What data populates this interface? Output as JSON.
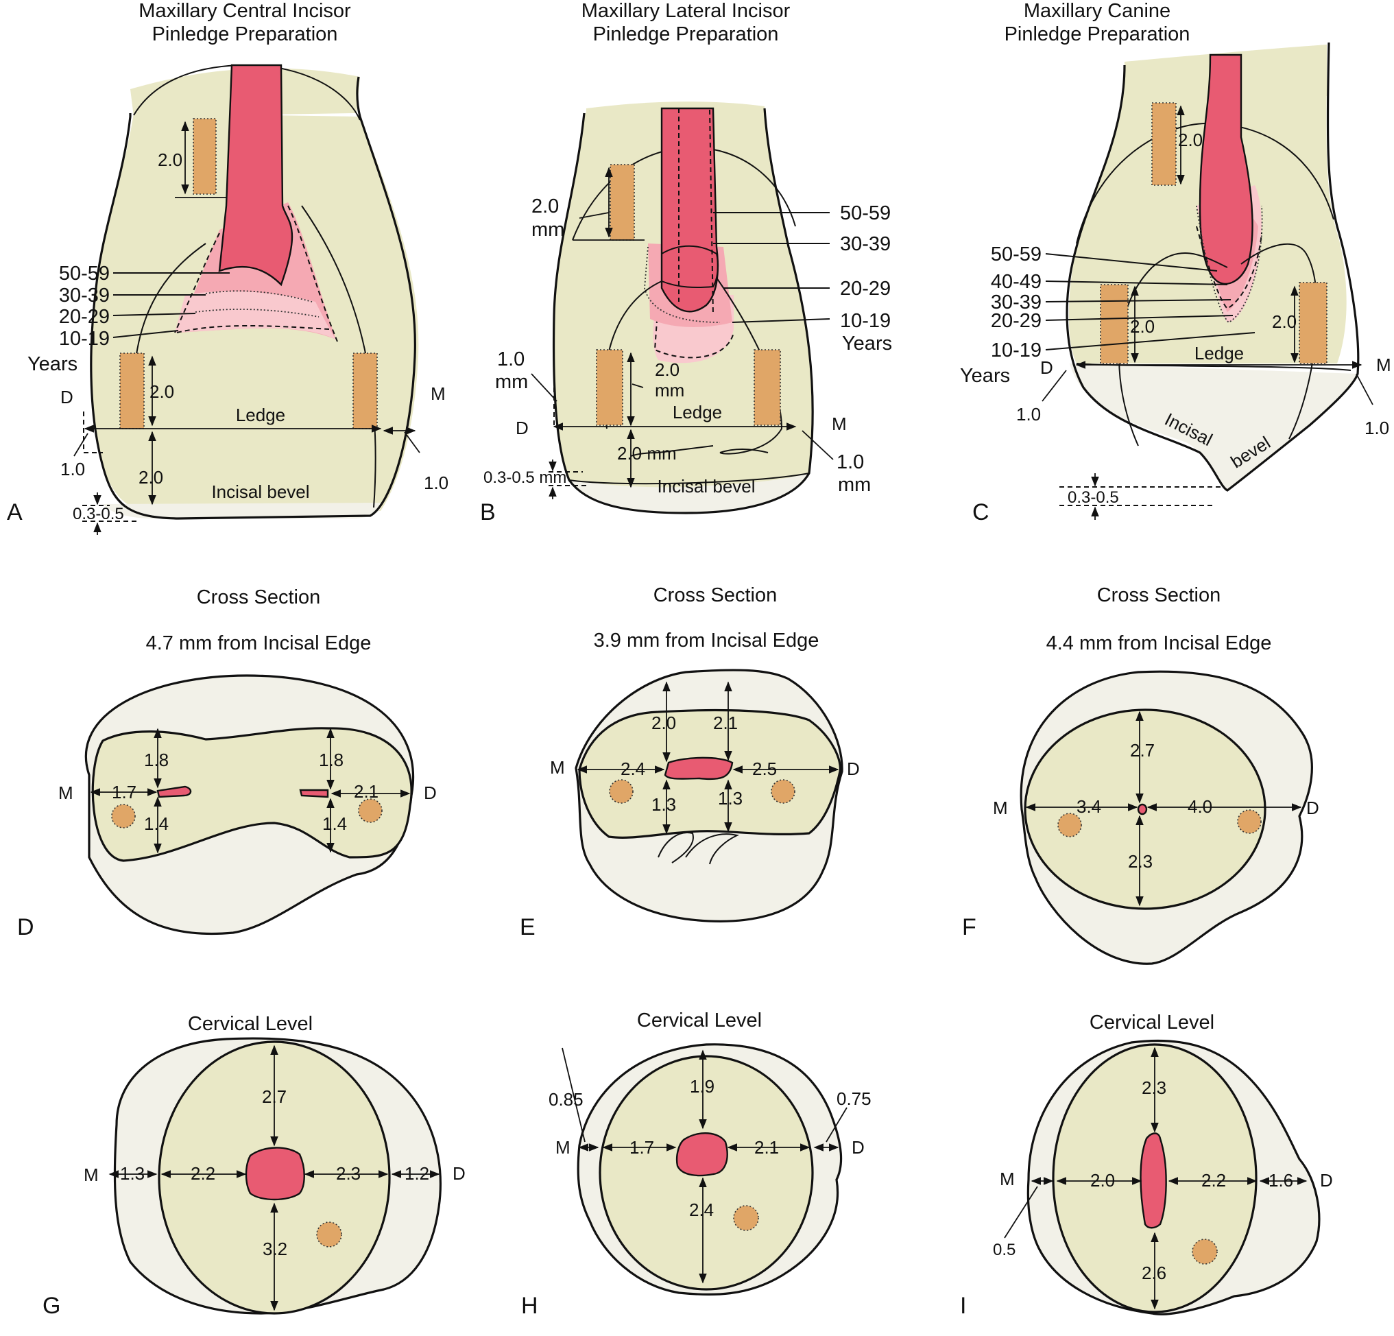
{
  "colors": {
    "dentin": "#e9e8c6",
    "enamel": "#f2f1e8",
    "pulp": "#e85b72",
    "pinhole": "#e0a667",
    "pulp_recession_light": "#f5a9b3",
    "pulp_recession_lighter": "#f9c9ce"
  },
  "panelA": {
    "title_l1": "Maxillary Central Incisor",
    "title_l2": "Pinledge Preparation",
    "letter": "A",
    "age_50": "50-59",
    "age_30": "30-39",
    "age_20": "20-29",
    "age_10": "10-19",
    "years": "Years",
    "pin_depth": "2.0",
    "ledge_pin": "2.0",
    "bevel_dist": "2.0",
    "d": "D",
    "m": "M",
    "ledge": "Ledge",
    "d_margin": "1.0",
    "m_margin": "1.0",
    "incisal_bevel": "Incisal bevel",
    "bevel_range": "0.3-0.5"
  },
  "panelB": {
    "title_l1": "Maxillary Lateral Incisor",
    "title_l2": "Pinledge Preparation",
    "letter": "B",
    "pin_depth": "2.0",
    "mm1": "mm",
    "age_50": "50-59",
    "age_30": "30-39",
    "age_20": "20-29",
    "age_10": "10-19",
    "years": "Years",
    "d_margin": "1.0",
    "mm2": "mm",
    "ledge_pin": "2.0",
    "mm3": "mm",
    "d": "D",
    "m": "M",
    "ledge": "Ledge",
    "bevel_dist": "2.0 mm",
    "m_margin": "1.0",
    "mm4": "mm",
    "bevel_range": "0.3-0.5 mm",
    "incisal_bevel": "Incisal bevel"
  },
  "panelC": {
    "title_l1": "Maxillary Canine",
    "title_l2": "Pinledge Preparation",
    "letter": "C",
    "pin_depth": "2.0",
    "age_50": "50-59",
    "age_40": "40-49",
    "age_30": "30-39",
    "age_20": "20-29",
    "age_10": "10-19",
    "years": "Years",
    "ledge_pin_d": "2.0",
    "ledge_pin_m": "2.0",
    "ledge": "Ledge",
    "d": "D",
    "m": "M",
    "d_margin": "1.0",
    "m_margin": "1.0",
    "incisal": "Incisal",
    "bevel": "bevel",
    "bevel_range": "0.3-0.5"
  },
  "panelD": {
    "title": "Cross Section",
    "subtitle": "4.7 mm from Incisal Edge",
    "letter": "D",
    "m": "M",
    "d": "D",
    "left_top": "1.8",
    "left_side": "1.7",
    "left_bottom": "1.4",
    "right_top": "1.8",
    "right_side": "2.1",
    "right_bottom": "1.4"
  },
  "panelE": {
    "title": "Cross Section",
    "subtitle": "3.9 mm from Incisal Edge",
    "letter": "E",
    "m": "M",
    "d": "D",
    "top_left": "2.0",
    "top_right": "2.1",
    "side_m": "2.4",
    "side_d": "2.5",
    "bottom_left": "1.3",
    "bottom_right": "1.3"
  },
  "panelF": {
    "title": "Cross Section",
    "subtitle": "4.4 mm from Incisal Edge",
    "letter": "F",
    "m": "M",
    "d": "D",
    "top": "2.7",
    "side_m": "3.4",
    "side_d": "4.0",
    "bottom": "2.3"
  },
  "panelG": {
    "title": "Cervical Level",
    "letter": "G",
    "m": "M",
    "d": "D",
    "top": "2.7",
    "enamel_m": "1.3",
    "side_m": "2.2",
    "side_d": "2.3",
    "enamel_d": "1.2",
    "bottom": "3.2"
  },
  "panelH": {
    "title": "Cervical Level",
    "letter": "H",
    "m": "M",
    "d": "D",
    "enamel_m": "0.85",
    "enamel_d": "0.75",
    "top": "1.9",
    "side_m": "1.7",
    "side_d": "2.1",
    "bottom": "2.4"
  },
  "panelI": {
    "title": "Cervical Level",
    "letter": "I",
    "m": "M",
    "d": "D",
    "top": "2.3",
    "side_m": "2.0",
    "side_d": "2.2",
    "enamel_d": "1.6",
    "enamel_m": "0.5",
    "bottom": "2.6"
  }
}
